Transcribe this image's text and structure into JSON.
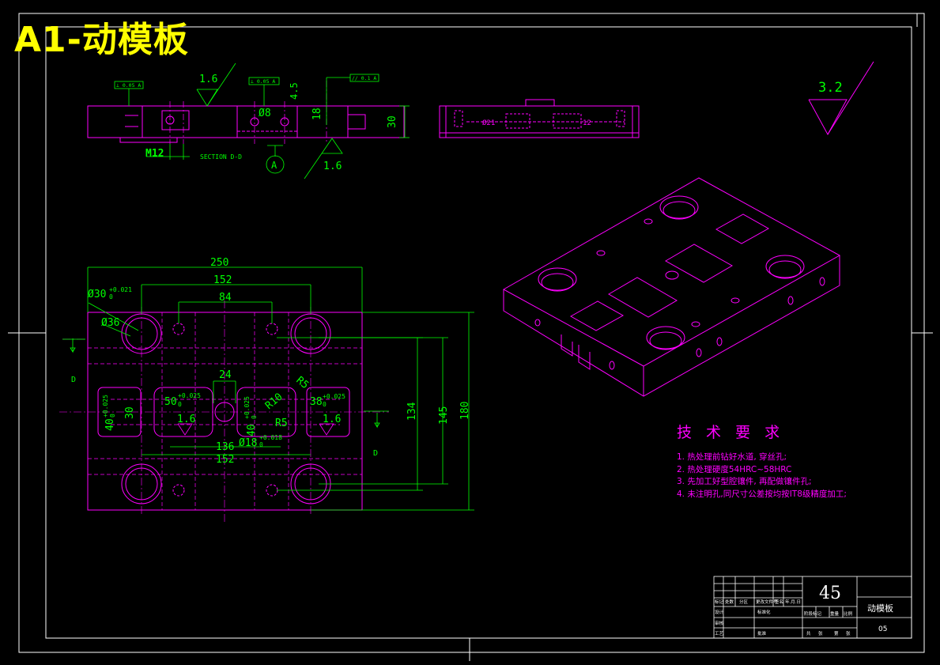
{
  "sheet_title": "A1-动模板",
  "colors": {
    "outline": "#ff00ff",
    "dimension": "#00ff00",
    "frame": "#ffffff",
    "title": "#ffff00",
    "hidden": "#ff00ff"
  },
  "top_view": {
    "roughness_left": "1.6",
    "roughness_right": "4.5",
    "roughness_bottom": "1.6",
    "tol_left": "⊥ 0.05 A",
    "tol_mid": "⊥ 0.05 A",
    "tol_right": "// 0.1 A",
    "dim_phi8": "Ø8",
    "dim_18": "18",
    "dim_30": "30",
    "dim_m12": "M12",
    "section_label": "SECTION D-D",
    "datum": "A"
  },
  "side_view": {
    "dim_left": "Ø21",
    "dim_right": "12"
  },
  "roughness_general": "3.2",
  "plan_view": {
    "dim_250": "250",
    "dim_152_top": "152",
    "dim_84": "84",
    "dim_phi30": "Ø30",
    "dim_phi30_tol": "+0.021",
    "dim_phi30_tol_low": "0",
    "dim_phi36": "Ø36",
    "dim_24": "24",
    "dim_r5_top": "R5",
    "dim_50": "50",
    "dim_50_tol": "+0.025",
    "dim_50_tol_low": "0",
    "dim_40_left": "40",
    "dim_40_left_tol": "+0.025",
    "dim_40_left_tol_low": "0",
    "dim_30_left": "30",
    "dim_40_mid": "40",
    "dim_40_mid_tol": "+0.025",
    "dim_40_mid_tol_low": "0",
    "dim_r10": "R10",
    "dim_38": "38",
    "dim_38_tol": "+0.025",
    "dim_38_tol_low": "0",
    "dim_r5_mid": "R5",
    "dim_phi18": "Ø18",
    "dim_phi18_tol": "+0.018",
    "dim_phi18_tol_low": "0",
    "dim_136": "136",
    "dim_152_bottom": "152",
    "dim_134": "134",
    "dim_145": "145",
    "dim_180": "180",
    "rough_a": "1.6",
    "rough_b": "1.6",
    "section_d_top": "D",
    "section_d_bottom": "D"
  },
  "tech_requirements": {
    "title": "技 术 要 求",
    "items": [
      "1. 热处理前钻好水道, 穿丝孔;",
      "2. 热处理硬度54HRC~58HRC",
      "3. 先加工好型腔镶件, 再配做镶件孔;",
      "4. 未注明孔,同尺寸公差按均按IT8级精度加工;"
    ]
  },
  "title_block": {
    "material": "45",
    "part_name": "动模板",
    "drawing_no": "05",
    "cell_labels": [
      "标记",
      "处数",
      "分区",
      "更改文件号",
      "签名",
      "年.月.日",
      "设计",
      "标准化",
      "阶段标记",
      "重量",
      "比例",
      "审核",
      "工艺",
      "批准",
      "共",
      "张",
      "第",
      "张"
    ]
  }
}
